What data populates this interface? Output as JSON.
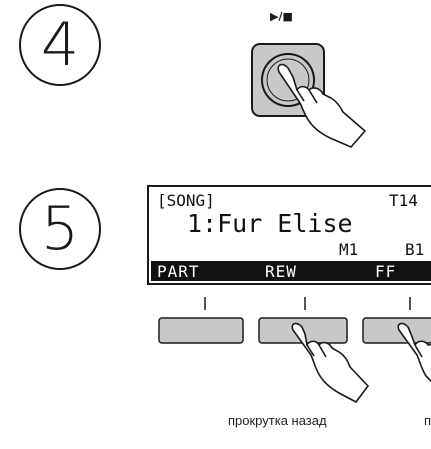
{
  "steps": {
    "step4": "4",
    "step5": "5"
  },
  "play_stop_label": "▶/■",
  "lcd": {
    "mode": "[SONG]",
    "tempo": "T14",
    "song": "1:Fur Elise",
    "measure": "M1",
    "beat": "B1",
    "functions": {
      "part": "PART",
      "rew": "REW",
      "ff": "FF"
    }
  },
  "captions": {
    "rew": "прокрутка назад",
    "ff": "п"
  },
  "colors": {
    "button_fill": "#c8c8c8",
    "ink": "#1a1a1a",
    "lcd_bar": "#111111"
  }
}
